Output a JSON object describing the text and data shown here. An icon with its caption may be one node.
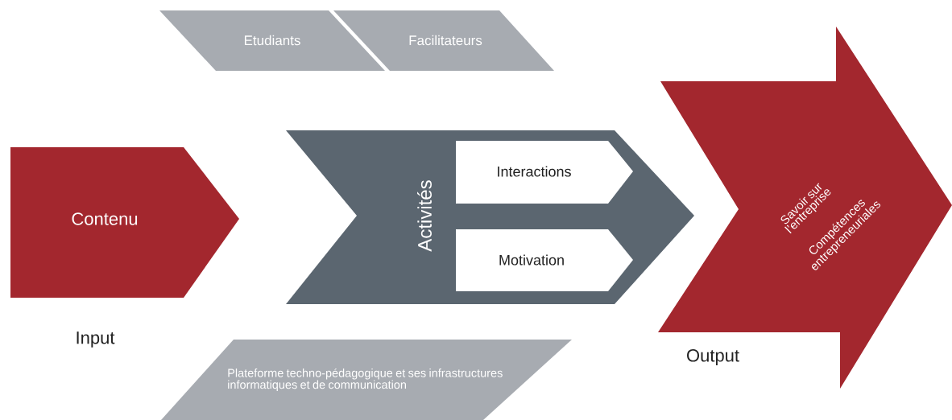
{
  "diagram": {
    "nodes": [
      {
        "text": [
          "Contenu"
        ],
        "beside": [
          "Input"
        ]
      },
      {
        "text": [
          "Activités"
        ]
      },
      {
        "text": [
          "Interactions"
        ],
        "in": 1
      },
      {
        "text": [
          "Motivation"
        ],
        "in": 1
      },
      {
        "text": [
          "Savoir sur l’entreprise",
          "Compétences entrepreneuriales"
        ],
        "beside": [
          "Output"
        ]
      },
      {
        "text": [
          "Etudiants"
        ]
      },
      {
        "text": [
          "Facilitateurs"
        ]
      },
      {
        "text": [
          "Plateforme techno-pédagogique et ses infrastructures informatiques et de communication"
        ]
      }
    ]
  }
}
